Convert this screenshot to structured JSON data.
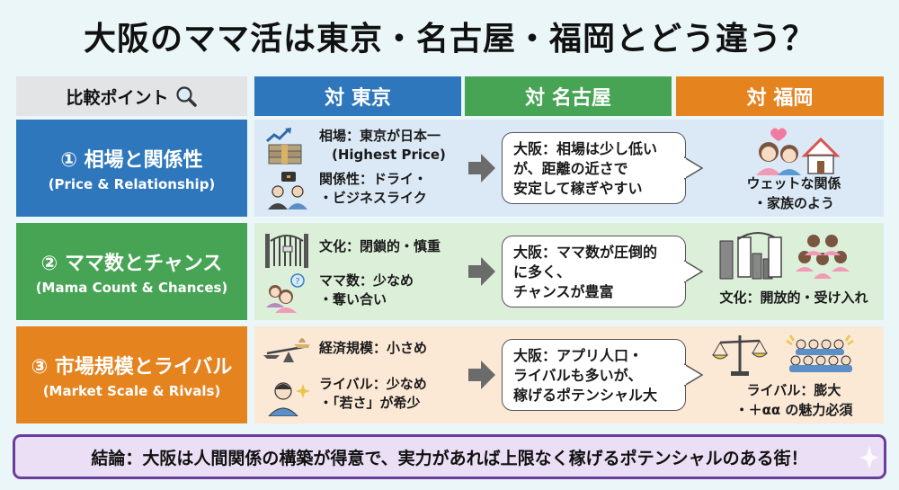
{
  "title": "大阪のママ活は東京・名古屋・福岡とどう違う？",
  "header": {
    "point": "比較ポイント",
    "point_icon": "magnifier-icon",
    "tokyo": "対 東京",
    "nagoya": "対 名古屋",
    "fukuoka": "対 福岡"
  },
  "colors": {
    "blue": "#2e77bd",
    "green": "#46a454",
    "orange": "#e5831f",
    "gray": "#e2e4e6",
    "purple_border": "#6a3d9a",
    "purple_bg": "#ebdff5"
  },
  "rows": [
    {
      "label_jp": "① 相場と関係性",
      "label_en": "(Price & Relationship)",
      "tokyo": [
        {
          "icon": "money-growth-icon",
          "lines": [
            "相場：東京が日本一",
            "(Highest Price)"
          ]
        },
        {
          "icon": "business-people-icon",
          "lines": [
            "関係性：ドライ・",
            "・ビジネスライク"
          ]
        }
      ],
      "nagoya": [
        "大阪：相場は少し低い",
        "が、距離の近さで",
        "安定して稼ぎやすい"
      ],
      "fukuoka": {
        "icon": "family-house-icon",
        "lines": [
          "ウェットな関係",
          "・家族のよう"
        ]
      }
    },
    {
      "label_jp": "② ママ数とチャンス",
      "label_en": "(Mama Count & Chances)",
      "tokyo": [
        {
          "icon": "closed-gate-icon",
          "lines": [
            "文化：閉鎖的・慎重"
          ]
        },
        {
          "icon": "women-question-icon",
          "lines": [
            "ママ数：少なめ",
            "・奪い合い"
          ]
        }
      ],
      "nagoya": [
        "大阪：ママ数が圧倒的",
        "に多く、",
        "チャンスが豊富"
      ],
      "fukuoka": {
        "icon": "open-gate-crowd-icon",
        "lines": [
          "文化：開放的・受け入れ"
        ]
      }
    },
    {
      "label_jp": "③ 市場規模とライバル",
      "label_en": "(Market Scale & Rivals)",
      "tokyo": [
        {
          "icon": "scale-icon",
          "lines": [
            "経済規模：小さめ"
          ]
        },
        {
          "icon": "businessman-sparkle-icon",
          "lines": [
            "ライバル：少なめ",
            "・「若さ」が希少"
          ]
        }
      ],
      "nagoya": [
        "大阪：アプリ人口・",
        "ライバルも多いが、",
        "稼げるポテンシャル大"
      ],
      "fukuoka": {
        "icon": "scale-crowd-icon",
        "lines": [
          "ライバル：膨大",
          "・＋αα の魅力必須"
        ]
      }
    }
  ],
  "conclusion": "結論：大阪は人間関係の構築が得意で、実力があれば上限なく稼げるポテンシャルのある街！"
}
